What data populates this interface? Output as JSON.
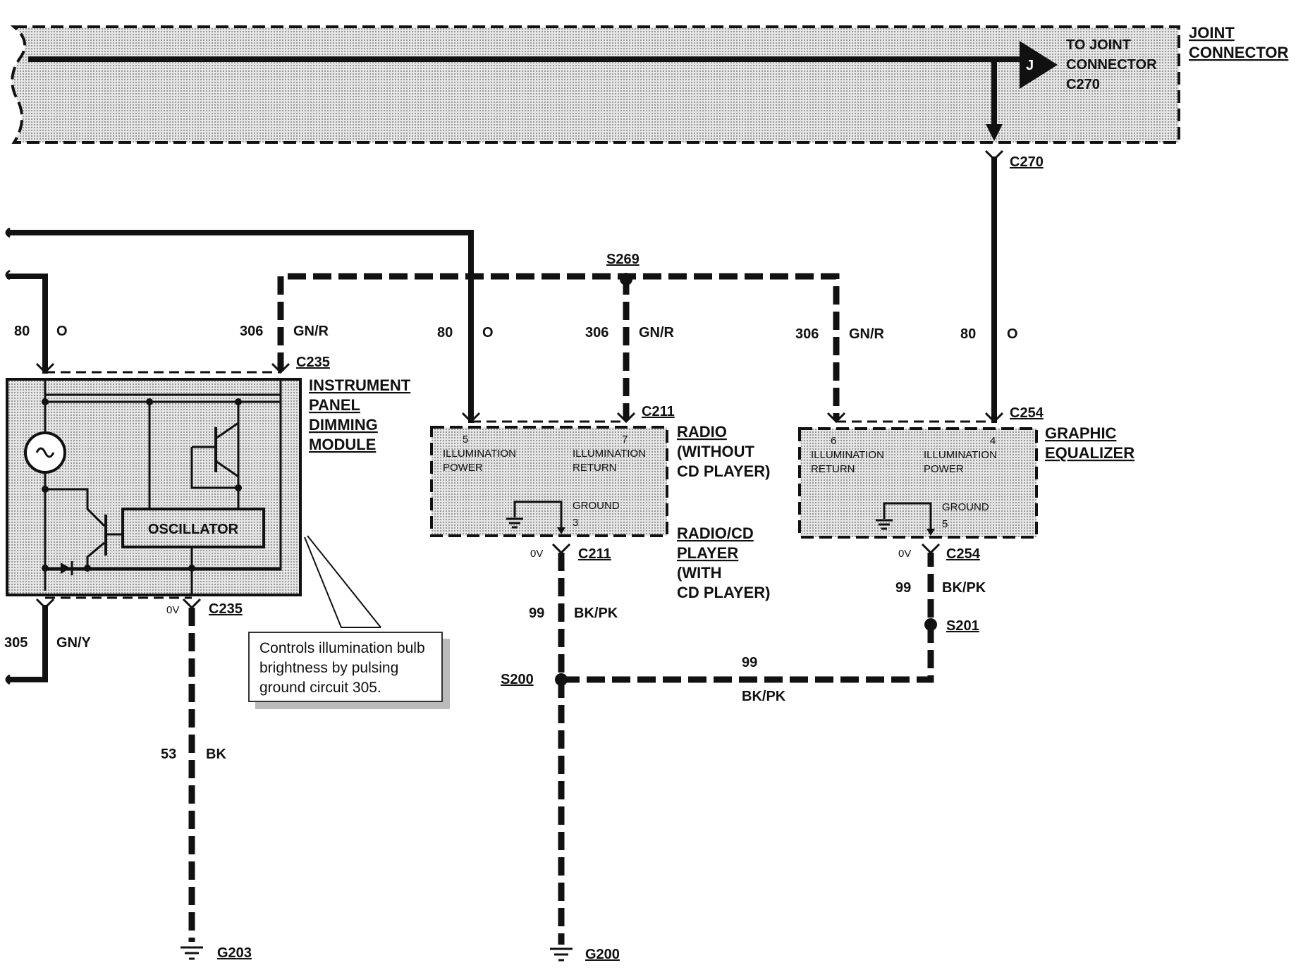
{
  "joint": {
    "section_title_line1": "JOINT",
    "section_title_line2": "CONNECTOR",
    "to_line1": "TO JOINT",
    "to_line2": "CONNECTOR",
    "to_line3": "C270",
    "arrow_letter": "J"
  },
  "connectors": {
    "c270": "C270",
    "c235_top": "C235",
    "c235_bottom": "C235",
    "c211_top": "C211",
    "c211_bottom": "C211",
    "c254_top": "C254",
    "c254_bottom": "C254"
  },
  "splices": {
    "s269": "S269",
    "s200": "S200",
    "s201": "S201"
  },
  "grounds": {
    "g203": "G203",
    "g200": "G200"
  },
  "voltage": {
    "ov1": "0V",
    "ov2": "0V",
    "ov3": "0V"
  },
  "wires": {
    "w80_left": {
      "num": "80",
      "color": "O"
    },
    "w306_left": {
      "num": "306",
      "color": "GN/R"
    },
    "w80_radio": {
      "num": "80",
      "color": "O"
    },
    "w306_radio": {
      "num": "306",
      "color": "GN/R"
    },
    "w306_eq": {
      "num": "306",
      "color": "GN/R"
    },
    "w80_eq": {
      "num": "80",
      "color": "O"
    },
    "w305": {
      "num": "305",
      "color": "GN/Y"
    },
    "w53": {
      "num": "53",
      "color": "BK"
    },
    "w99_radio": {
      "num": "99",
      "color": "BK/PK"
    },
    "w99_eq": {
      "num": "99",
      "color": "BK/PK"
    },
    "w99_h": {
      "num": "99",
      "color": "BK/PK"
    }
  },
  "dimming_module": {
    "line1": "INSTRUMENT",
    "line2": "PANEL",
    "line3": "DIMMING",
    "line4": "MODULE",
    "oscillator": "OSCILLATOR"
  },
  "radio": {
    "title1": "RADIO",
    "title2": "(WITHOUT",
    "title3": "CD PLAYER)",
    "alt1": "RADIO/CD",
    "alt2": "PLAYER",
    "alt3": "(WITH",
    "alt4": "CD PLAYER)",
    "pin5": "5",
    "pin5_l1": "ILLUMINATION",
    "pin5_l2": "POWER",
    "pin7": "7",
    "pin7_l1": "ILLUMINATION",
    "pin7_l2": "RETURN",
    "ground": "GROUND",
    "pin3": "3"
  },
  "equalizer": {
    "title1": "GRAPHIC",
    "title2": "EQUALIZER",
    "pin6": "6",
    "pin6_l1": "ILLUMINATION",
    "pin6_l2": "RETURN",
    "pin4": "4",
    "pin4_l1": "ILLUMINATION",
    "pin4_l2": "POWER",
    "ground": "GROUND",
    "pin5": "5"
  },
  "note": {
    "text": "Controls illumination bulb brightness by pulsing ground circuit 305."
  }
}
